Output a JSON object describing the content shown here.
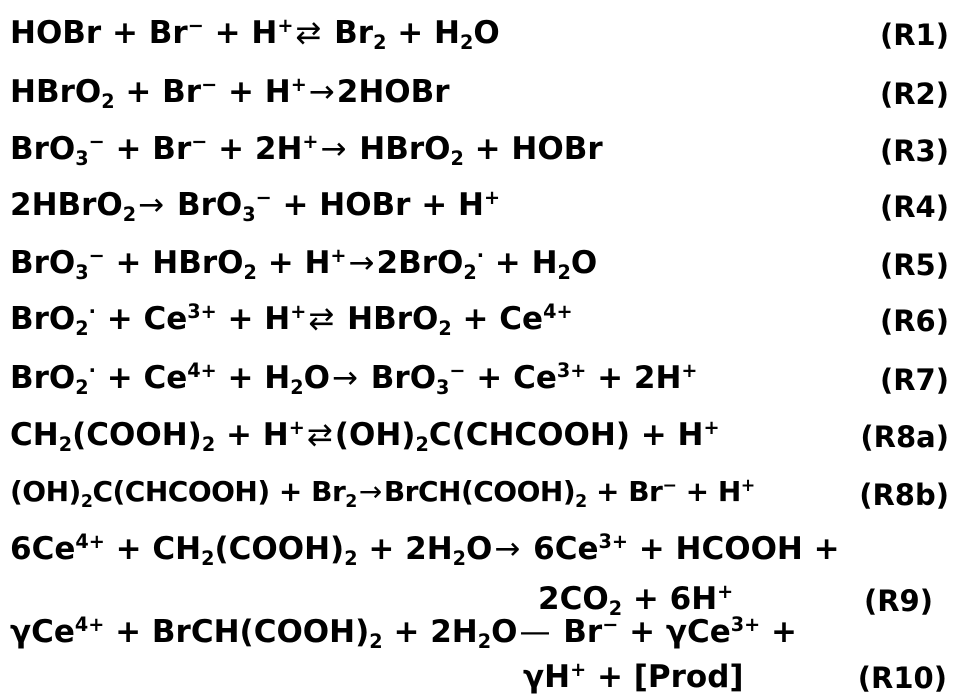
{
  "reactions": [
    {
      "label": "(R1)"
    },
    {
      "label": "(R2)"
    },
    {
      "label": "(R3)"
    },
    {
      "label": "(R4)"
    },
    {
      "label": "(R5)"
    },
    {
      "label": "(R6)"
    },
    {
      "label": "(R7)"
    },
    {
      "label": "(R8a)"
    },
    {
      "label": "(R8b)"
    },
    {
      "label": "(R9)"
    },
    {
      "label": "(R10)"
    }
  ],
  "eq": {
    "r1": {
      "a": "HOBr + Br",
      "b": "−",
      "c": " + H",
      "d": "+",
      "arrow": "⇄",
      "e": " Br",
      "f": "2",
      "g": " + H",
      "h": "2",
      "i": "O"
    },
    "r2": {
      "a": "HBrO",
      "b": "2",
      "c": " + Br",
      "d": "−",
      "e": " + H",
      "f": "+",
      "arrow": "→",
      "g": "2HOBr"
    },
    "r3": {
      "a": "BrO",
      "b": "3",
      "c": "−",
      "d": " + Br",
      "e": "−",
      "f": " + 2H",
      "g": "+",
      "arrow": "→",
      "h": " HBrO",
      "i": "2",
      "j": " + HOBr"
    },
    "r4": {
      "a": "2HBrO",
      "b": "2",
      "arrow": "→",
      "c": " BrO",
      "d": "3",
      "e": "−",
      "f": " + HOBr + H",
      "g": "+"
    },
    "r5": {
      "a": "BrO",
      "b": "3",
      "c": "−",
      "d": " + HBrO",
      "e": "2",
      "f": " + H",
      "g": "+",
      "arrow": "→",
      "h": "2BrO",
      "i": "2",
      "j": "·",
      "k": " + H",
      "l": "2",
      "m": "O"
    },
    "r6": {
      "a": "BrO",
      "b": "2",
      "c": "·",
      "d": " + Ce",
      "e": "3+",
      "f": " + H",
      "g": "+",
      "arrow": "⇄",
      "h": " HBrO",
      "i": "2",
      "j": " + Ce",
      "k": "4+"
    },
    "r7": {
      "a": "BrO",
      "b": "2",
      "c": "·",
      "d": " + Ce",
      "e": "4+",
      "f": " + H",
      "g": "2",
      "h": "O",
      "arrow": "→",
      "i": " BrO",
      "j": "3",
      "k": "−",
      "l": " + Ce",
      "m": "3+",
      "n": " + 2H",
      "o": "+"
    },
    "r8a": {
      "a": "CH",
      "b": "2",
      "c": "(COOH)",
      "d": "2",
      "e": " + H",
      "f": "+",
      "arrow": "⇄",
      "g": "(OH)",
      "h": "2",
      "i": "C(CHCOOH) + H",
      "j": "+"
    },
    "r8b": {
      "a": "(OH)",
      "b": "2",
      "c": "C(CHCOOH) + Br",
      "d": "2",
      "arrow": "→",
      "e": "BrCH(COOH)",
      "f": "2",
      "g": " + Br",
      "h": "−",
      "i": " + H",
      "j": "+"
    },
    "r9": {
      "a": "6Ce",
      "b": "4+",
      "c": " + CH",
      "d": "2",
      "e": "(COOH)",
      "f": "2",
      "g": " + 2H",
      "h": "2",
      "i": "O",
      "arrow": "→",
      "j": " 6Ce",
      "k": "3+",
      "l": " + HCOOH +",
      "m": "2CO",
      "n": "2",
      "o": " + 6H",
      "p": "+"
    },
    "r10": {
      "a": "γCe",
      "b": "4+",
      "c": " + BrCH(COOH)",
      "d": "2",
      "e": " + 2H",
      "f": "2",
      "g": "O",
      "arrow": "—",
      "h": " Br",
      "i": "−",
      "j": " + γCe",
      "k": "3+",
      "l": " +",
      "m": "γH",
      "n": "+",
      "o": " + [Prod]"
    }
  }
}
